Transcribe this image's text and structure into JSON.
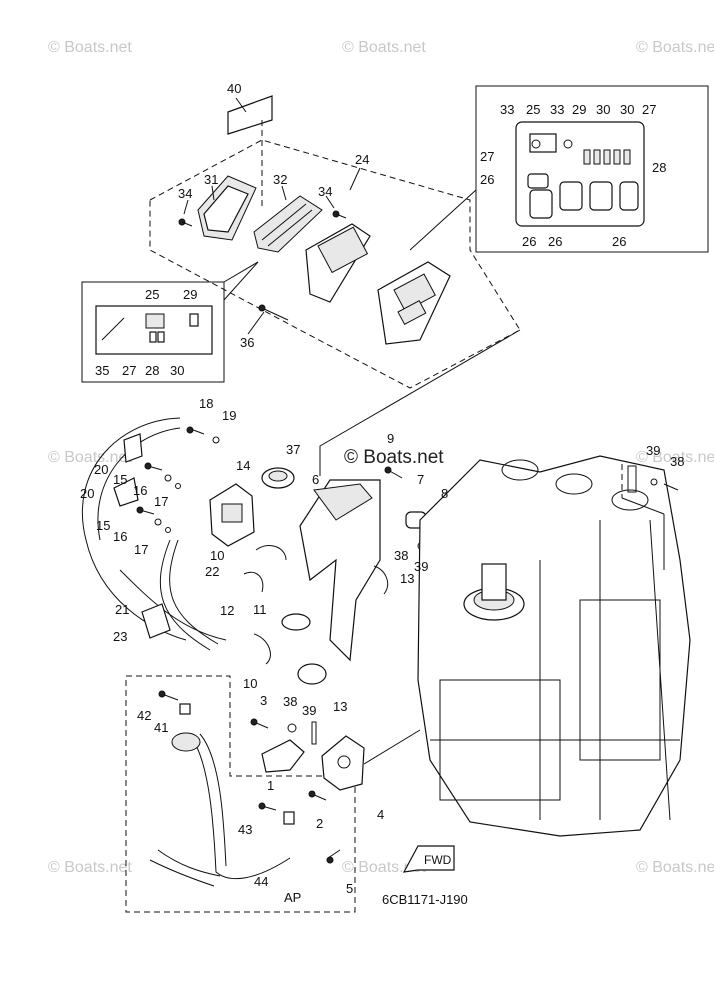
{
  "watermarks": {
    "text": "© Boats.net",
    "center_text": "© Boats.net"
  },
  "diagram_code": "6CB1171-J190",
  "fwd_label": "FWD",
  "ap_label": "AP",
  "callouts": {
    "c40": "40",
    "c24": "24",
    "c31": "31",
    "c32": "32",
    "c34a": "34",
    "c34b": "34",
    "c36": "36",
    "c25a": "25",
    "c29a": "29",
    "c35": "35",
    "c27a": "27",
    "c28a": "28",
    "c30a": "30",
    "c33a": "33",
    "c25b": "25",
    "c33b": "33",
    "c29b": "29",
    "c30b": "30",
    "c30c": "30",
    "c27b": "27",
    "c27c": "27",
    "c28b": "28",
    "c26a": "26",
    "c26b": "26",
    "c26c": "26",
    "c26d": "26",
    "c18": "18",
    "c19": "19",
    "c9": "9",
    "c37": "37",
    "c6": "6",
    "c7": "7",
    "c8": "8",
    "c14": "14",
    "c20a": "20",
    "c15a": "15",
    "c16a": "16",
    "c17a": "17",
    "c20b": "20",
    "c15b": "15",
    "c16b": "16",
    "c17b": "17",
    "c22": "22",
    "c21": "21",
    "c23": "23",
    "c10a": "10",
    "c12": "12",
    "c11": "11",
    "c13a": "13",
    "c10b": "10",
    "c13b": "13",
    "c38a": "38",
    "c39a": "39",
    "c39b": "39",
    "c38b": "38",
    "c42": "42",
    "c41": "41",
    "c3": "3",
    "c38c": "38",
    "c39c": "39",
    "c1": "1",
    "c43": "43",
    "c2": "2",
    "c4": "4",
    "c44": "44",
    "c5": "5"
  }
}
